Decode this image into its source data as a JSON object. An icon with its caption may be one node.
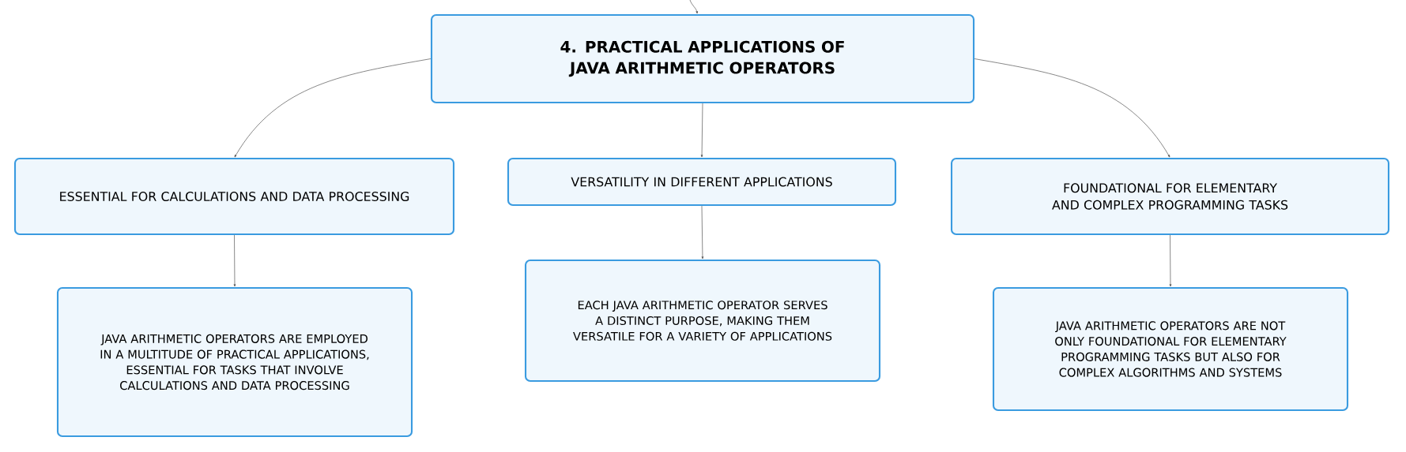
{
  "diagram": {
    "nodes": [
      {
        "text": [
          "4. PRACTICAL APPLICATIONS OF JAVA ARITHMETIC OPERATORS"
        ]
      },
      {
        "text": [
          "ESSENTIAL FOR CALCULATIONS AND DATA PROCESSING"
        ]
      },
      {
        "text": [
          "VERSATILITY IN DIFFERENT APPLICATIONS"
        ]
      },
      {
        "text": [
          "FOUNDATIONAL FOR ELEMENTARY AND COMPLEX PROGRAMMING TASKS"
        ]
      },
      {
        "text": [
          "JAVA ARITHMETIC OPERATORS ARE EMPLOYED IN A MULTITUDE OF PRACTICAL APPLICATIONS, ESSENTIAL FOR TASKS THAT INVOLVE CALCULATIONS AND DATA PROCESSING"
        ]
      },
      {
        "text": [
          "EACH JAVA ARITHMETIC OPERATOR SERVES A DISTINCT PURPOSE, MAKING THEM VERSATILE FOR A VARIETY OF APPLICATIONS"
        ]
      },
      {
        "text": [
          "JAVA ARITHMETIC OPERATORS ARE NOT ONLY FOUNDATIONAL FOR ELEMENTARY PROGRAMMING TASKS BUT ALSO FOR COMPLEX ALGORITHMS AND SYSTEMS"
        ]
      }
    ],
    "edges": [
      {
        "from": null,
        "to": 0,
        "arrow": "to"
      },
      {
        "from": 0,
        "to": 1,
        "arrow": "to"
      },
      {
        "from": 0,
        "to": 2,
        "arrow": "to"
      },
      {
        "from": 0,
        "to": 3,
        "arrow": "to"
      },
      {
        "from": 1,
        "to": 4,
        "arrow": "to"
      },
      {
        "from": 2,
        "to": 5,
        "arrow": "to"
      },
      {
        "from": 3,
        "to": 6,
        "arrow": "to"
      }
    ]
  }
}
